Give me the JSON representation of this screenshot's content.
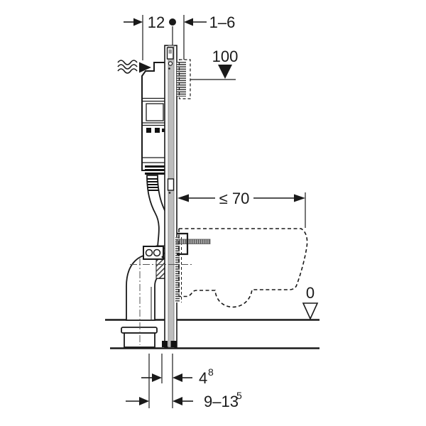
{
  "figure": {
    "type": "technical-installation-diagram",
    "subject": "wall-mounted frame with concealed cistern, side section",
    "colors": {
      "background": "#ffffff",
      "line": "#1a1a1a",
      "rail_gray": "#bdbdbd",
      "rod_gray": "#a8a8a8",
      "centerline": "#555555"
    }
  },
  "dimensions": {
    "frame_depth": {
      "label": "12"
    },
    "wall_finish_range": {
      "label": "1–6"
    },
    "top_level": {
      "label": "100"
    },
    "bowl_depth_max": {
      "label": "≤ 70"
    },
    "floor_level": {
      "label": "0"
    },
    "outlet_offset": {
      "base": "4",
      "sup": "8"
    },
    "outlet_height_range": {
      "base": "9–13",
      "sup": "5"
    }
  },
  "markers": {
    "top_level_marker": "filled-triangle-down",
    "floor_level_marker": "open-triangle-down",
    "reference_point": "filled-dot",
    "water_supply": "wavy-lines-arrow"
  }
}
